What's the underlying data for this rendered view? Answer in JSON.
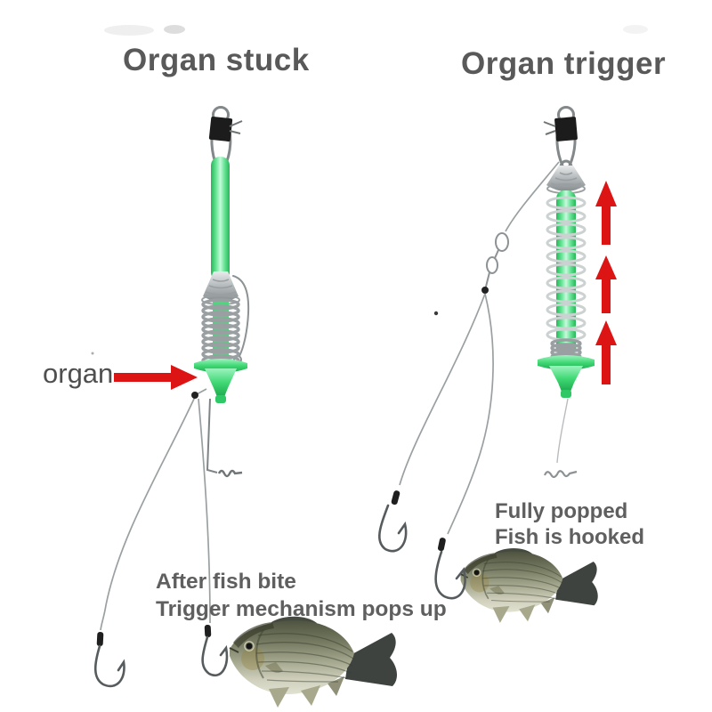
{
  "titles": {
    "left": "Organ stuck",
    "right": "Organ trigger"
  },
  "labels": {
    "organ": "organ",
    "left_caption": [
      "After fish bite",
      "Trigger mechanism pops up"
    ],
    "right_caption": [
      "Fully popped",
      "Fish is hooked"
    ]
  },
  "icons": {
    "organ_pointer": "right-arrow",
    "trigger_direction": "up-arrow",
    "trigger_direction_count": 3
  },
  "colors": {
    "background": "#ffffff",
    "title_gray": "#595959",
    "caption_gray": "#5f5f5f",
    "label_gray": "#4f4f4f",
    "accent_red": "#dd1414",
    "device_green": "#3fd874",
    "device_green_dark": "#25b757",
    "device_green_light": "#c9f9dd",
    "metal_silver": "#b7bcbe",
    "metal_dark": "#83898b",
    "line_gray": "#9aa0a2",
    "hook_gray": "#565c5e",
    "fish_dark": "#4e5340",
    "fish_belly": "#e2e2d2"
  }
}
